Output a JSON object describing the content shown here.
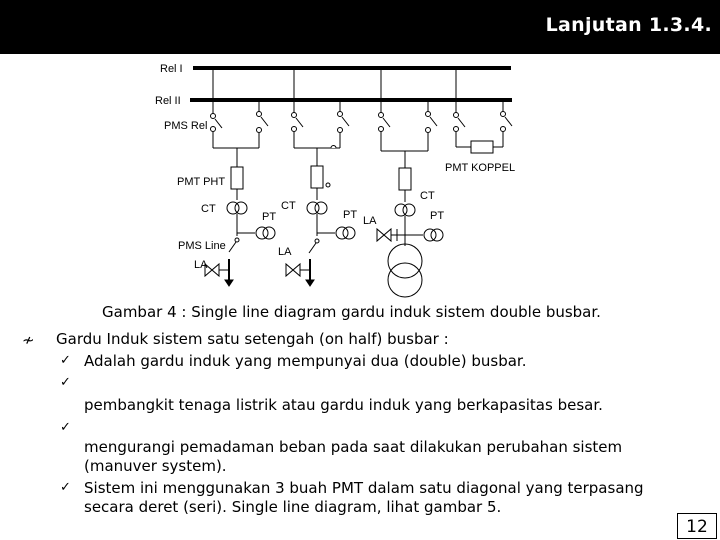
{
  "header": {
    "title": "Lanjutan 1.3.4."
  },
  "diagram": {
    "labels": {
      "rel1": "Rel I",
      "rel2": "Rel II",
      "pms_rel": "PMS Rel",
      "pmt_pht": "PMT PHT",
      "pmt_koppel": "PMT KOPPEL",
      "ct1": "CT",
      "ct2": "CT",
      "ct3": "CT",
      "pt1": "PT",
      "pt2": "PT",
      "pt3": "PT",
      "pms_line": "PMS Line",
      "la1": "LA",
      "la2": "LA",
      "la3": "LA"
    }
  },
  "caption": "Gambar 4 : Single line diagram gardu induk sistem double busbar.",
  "content": {
    "main_bullet_icon": "lightning-bullet-icon",
    "main_bullet": "Gardu Induk sistem satu setengah (on half) busbar :",
    "check_icon": "checkmark-icon",
    "items": [
      {
        "lines": [
          "Adalah gardu induk yang mempunyai dua (double) busbar."
        ]
      },
      {
        "lines": [
          "",
          "pembangkit tenaga listrik atau gardu induk yang berkapasitas besar."
        ]
      },
      {
        "lines": [
          "",
          "mengurangi pemadaman beban pada saat dilakukan perubahan sistem",
          "(manuver system)."
        ]
      },
      {
        "lines": [
          "Sistem ini menggunakan 3 buah PMT dalam satu diagonal yang terpasang",
          "secara deret (seri). Single line diagram, lihat gambar 5."
        ]
      }
    ]
  },
  "page_number": "12"
}
